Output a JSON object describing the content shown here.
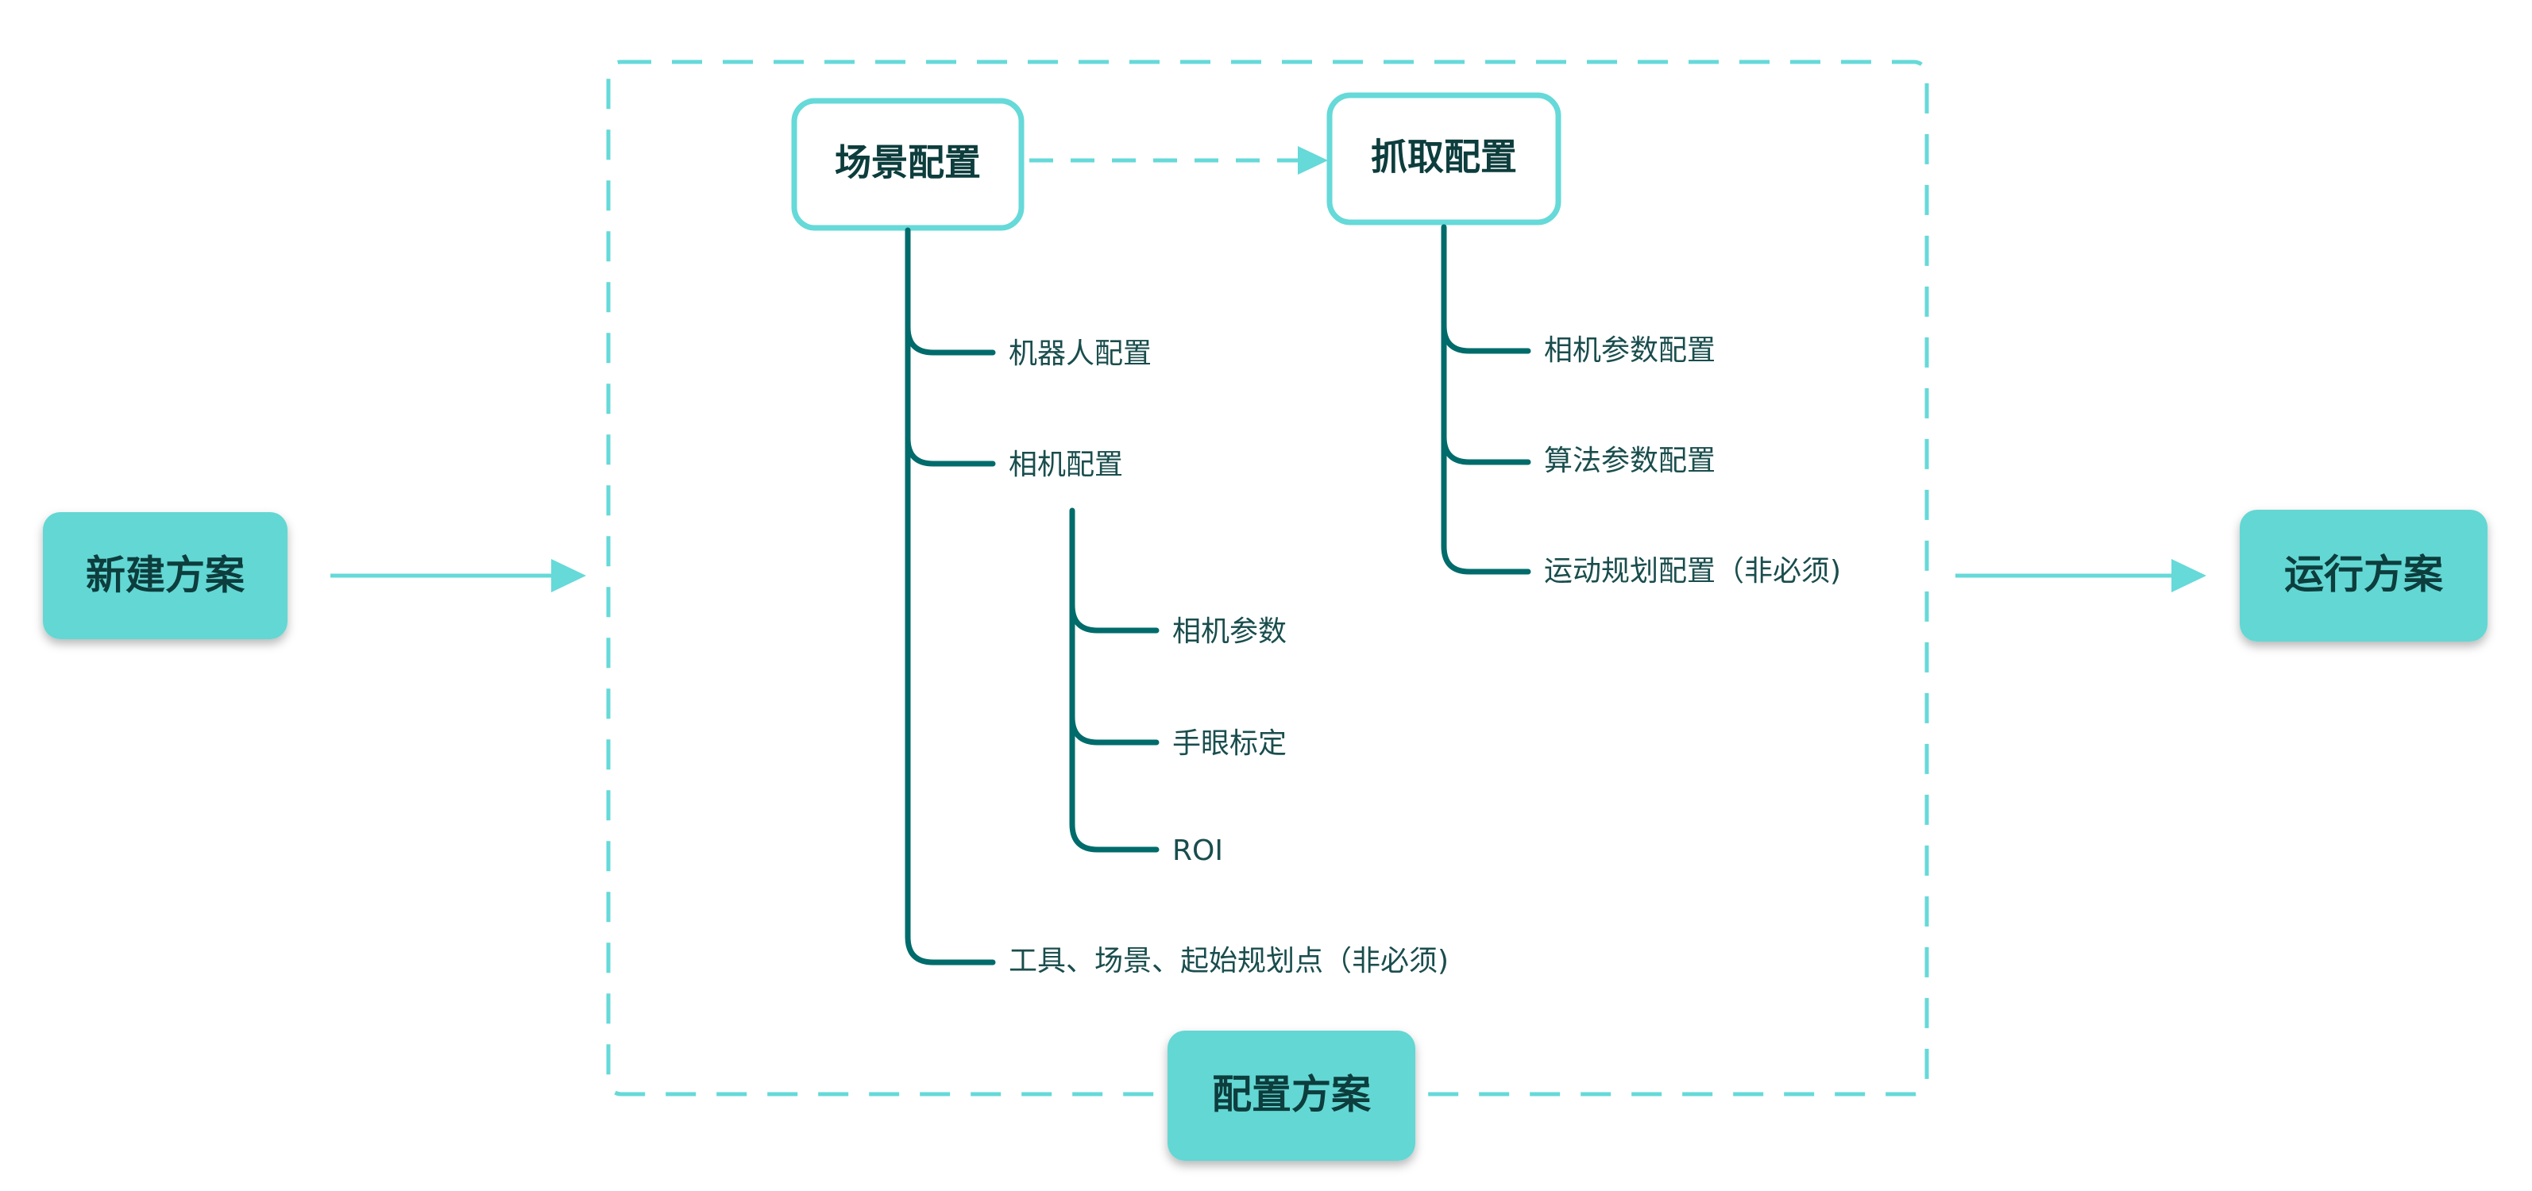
{
  "colors": {
    "accent": "#66d9d9",
    "accent_fill": "#63d7d3",
    "tree_line": "#006b6b",
    "text_dark": "#0d3d3d",
    "text_body": "#1a4d4d",
    "background": "#ffffff"
  },
  "nodes": {
    "new_plan": "新建方案",
    "run_plan": "运行方案",
    "config_plan": "配置方案",
    "scene_config": "场景配置",
    "grab_config": "抓取配置"
  },
  "scene_tree": {
    "robot_config": "机器人配置",
    "camera_config": "相机配置",
    "camera_children": {
      "camera_params": "相机参数",
      "hand_eye_calibration": "手眼标定",
      "roi": "ROI"
    },
    "tool_scene_points": "工具、场景、起始规划点（非必须)"
  },
  "grab_tree": {
    "camera_param_config": "相机参数配置",
    "algorithm_param_config": "算法参数配置",
    "motion_planning_config": "运动规划配置（非必须)"
  }
}
